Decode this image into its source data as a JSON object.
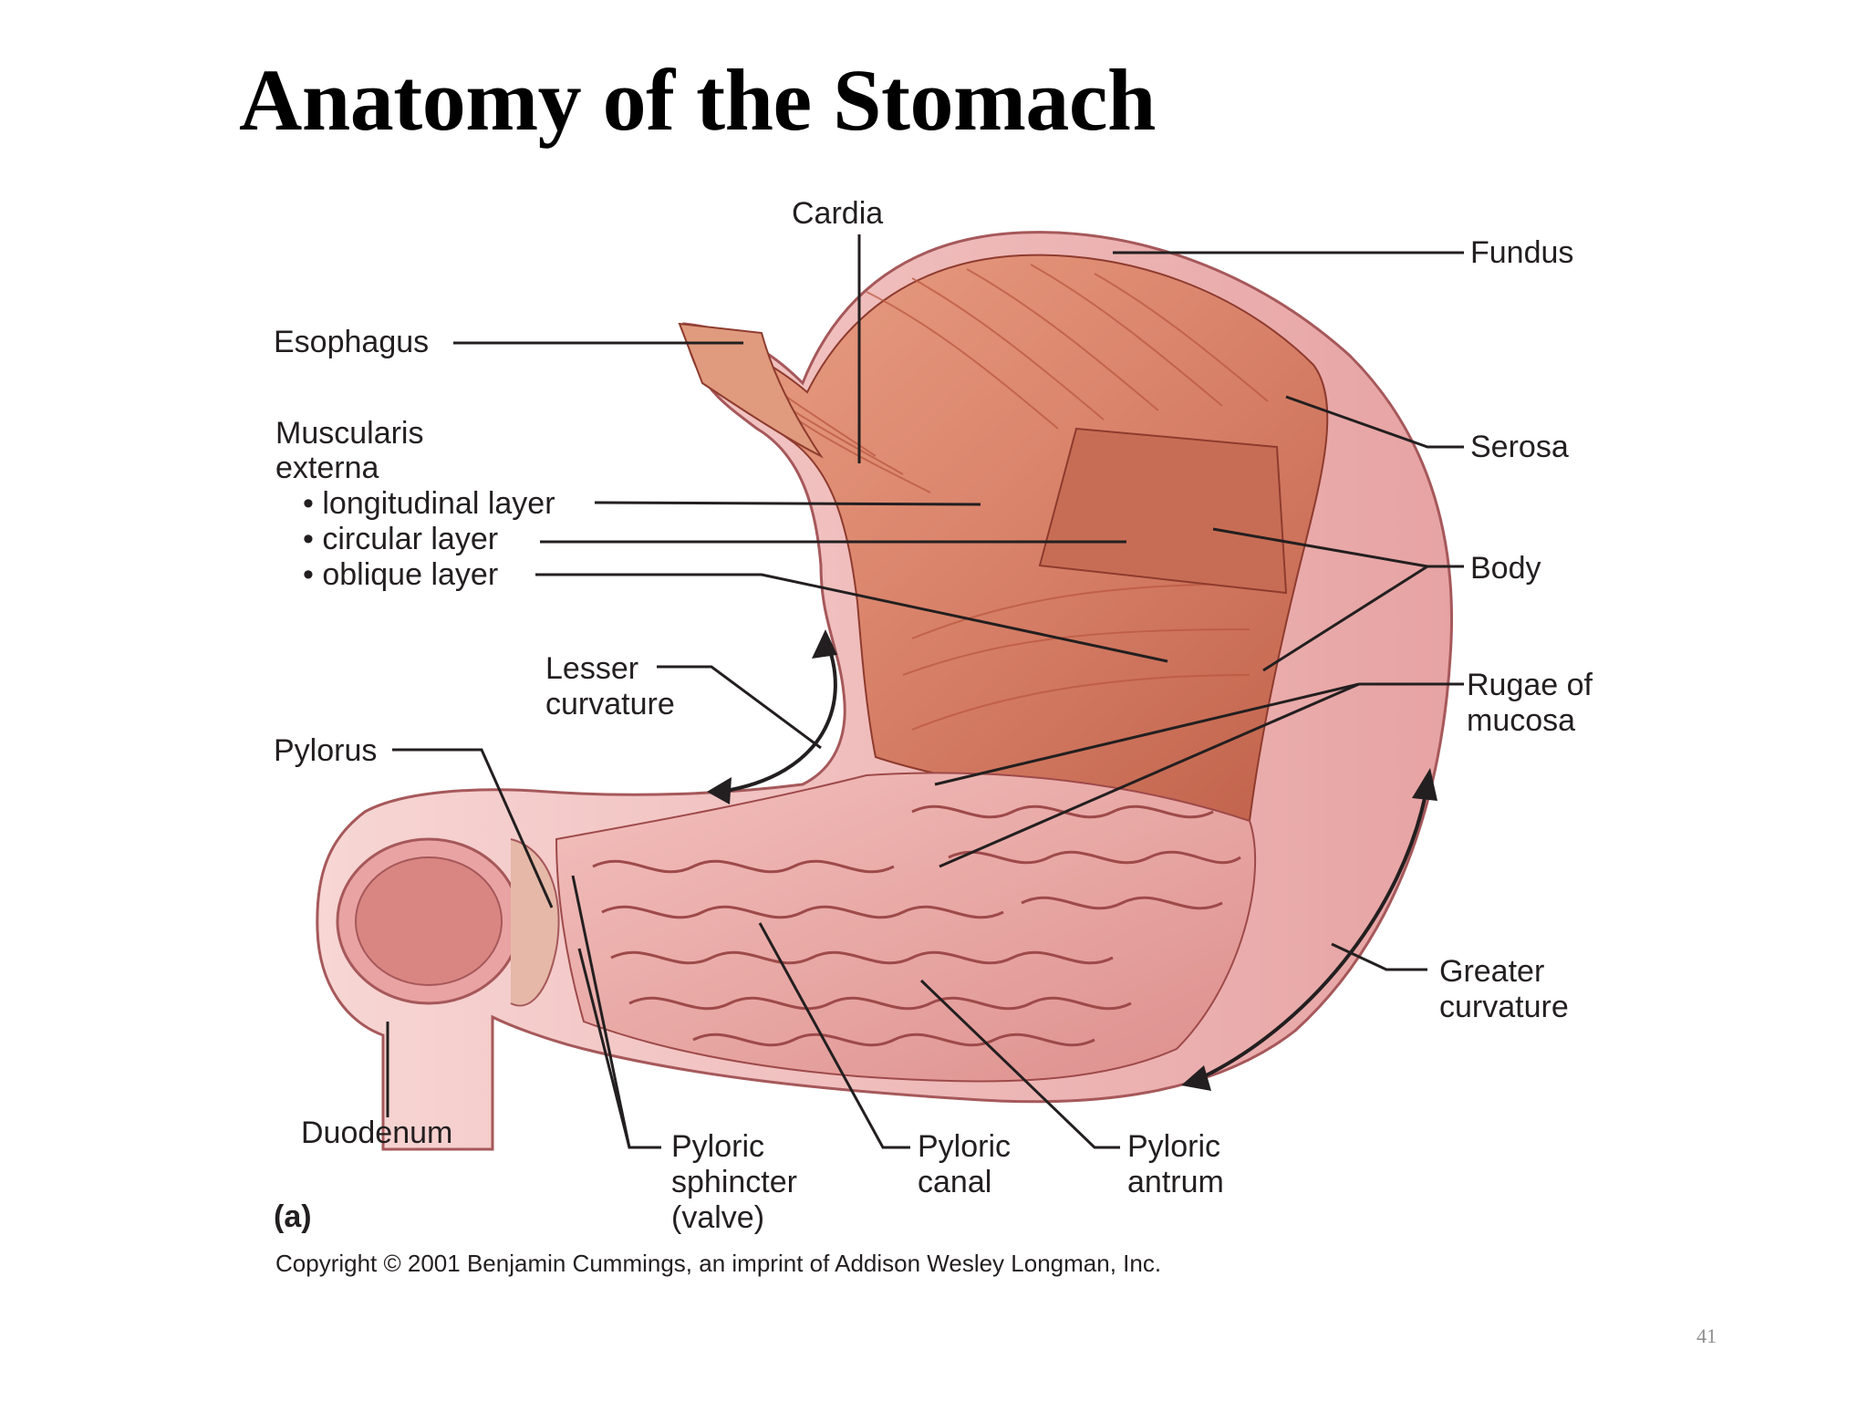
{
  "title": "Anatomy of the Stomach",
  "labels": {
    "cardia": "Cardia",
    "fundus": "Fundus",
    "esophagus": "Esophagus",
    "muscularis_1": "Muscularis",
    "muscularis_2": "externa",
    "longitudinal": "• longitudinal layer",
    "circular": "• circular layer",
    "oblique": "• oblique layer",
    "serosa": "Serosa",
    "body": "Body",
    "lesser_1": "Lesser",
    "lesser_2": "curvature",
    "rugae_1": "Rugae of",
    "rugae_2": "mucosa",
    "pylorus": "Pylorus",
    "greater_1": "Greater",
    "greater_2": "curvature",
    "duodenum": "Duodenum",
    "sphincter_1": "Pyloric",
    "sphincter_2": "sphincter",
    "sphincter_3": "(valve)",
    "canal_1": "Pyloric",
    "canal_2": "canal",
    "antrum_1": "Pyloric",
    "antrum_2": "antrum",
    "panel": "(a)"
  },
  "copyright": "Copyright © 2001 Benjamin Cummings, an imprint of Addison Wesley Longman, Inc.",
  "page_number": "41",
  "colors": {
    "muscle": "#d9826a",
    "muscle_dark": "#b9563f",
    "serosa": "#f2c4c4",
    "mucosa": "#e8a3a3",
    "rugae_line": "#9e4a4a"
  }
}
